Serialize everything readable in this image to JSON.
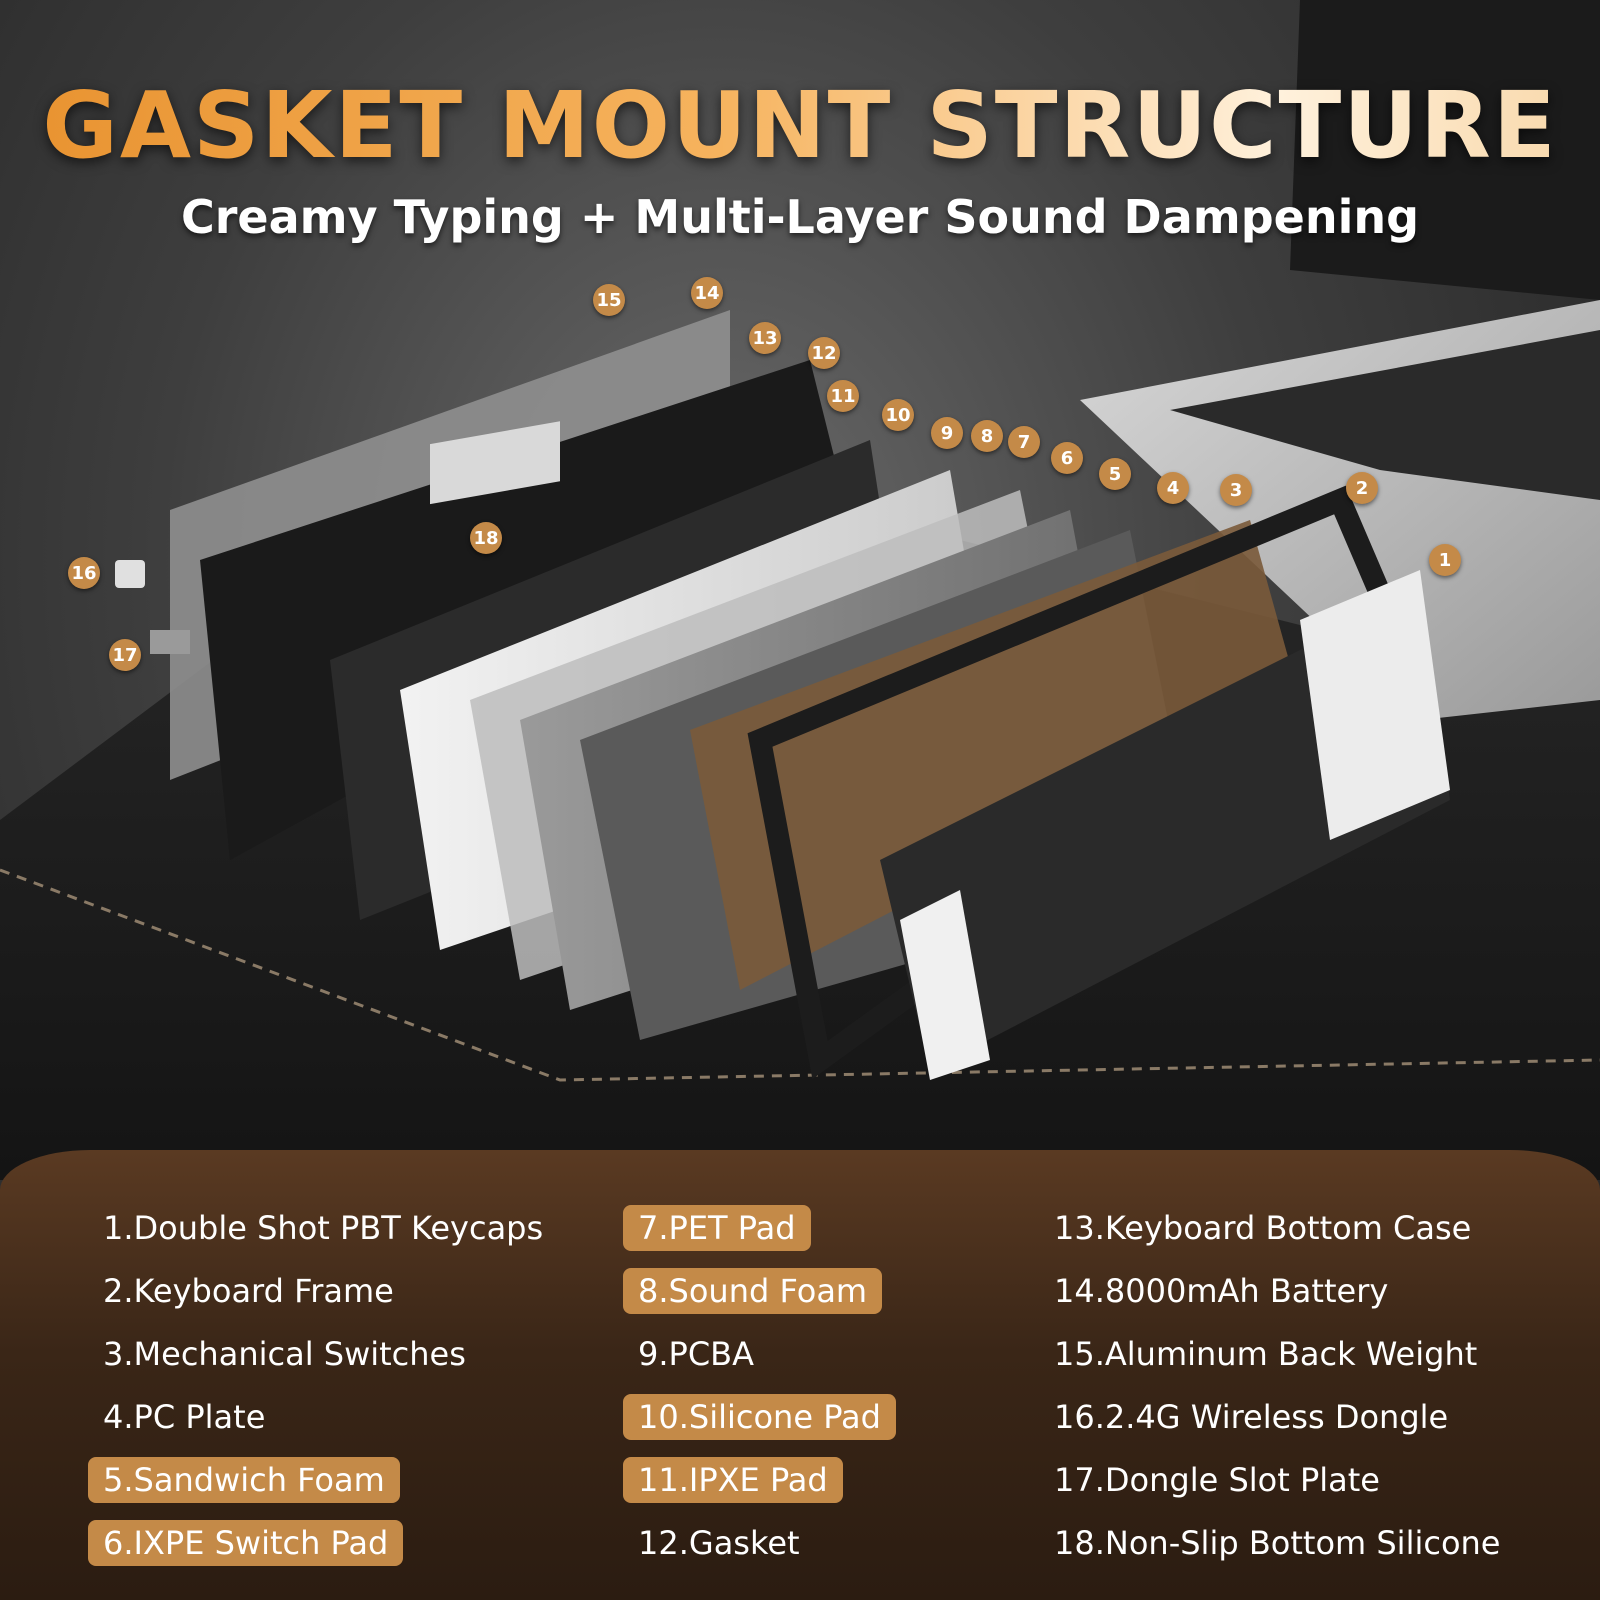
{
  "headline": "GASKET MOUNT STRUCTURE",
  "subheadline": "Creamy Typing + Multi-Layer Sound Dampening",
  "colors": {
    "accent": "#c48a48",
    "panel": "#3a2617",
    "headline_start": "#e8922f",
    "headline_end": "#fff1dc"
  },
  "callouts": [
    "1",
    "2",
    "3",
    "4",
    "5",
    "6",
    "7",
    "8",
    "9",
    "10",
    "11",
    "12",
    "13",
    "14",
    "15",
    "16",
    "17",
    "18"
  ],
  "legend": {
    "col1": [
      {
        "text": "1.Double Shot PBT Keycaps",
        "highlight": false
      },
      {
        "text": "2.Keyboard Frame",
        "highlight": false
      },
      {
        "text": "3.Mechanical Switches",
        "highlight": false
      },
      {
        "text": "4.PC Plate",
        "highlight": false
      },
      {
        "text": "5.Sandwich Foam",
        "highlight": true
      },
      {
        "text": "6.IXPE Switch Pad",
        "highlight": true
      }
    ],
    "col2": [
      {
        "text": "7.PET Pad",
        "highlight": true
      },
      {
        "text": "8.Sound Foam",
        "highlight": true
      },
      {
        "text": "9.PCBA",
        "highlight": false
      },
      {
        "text": "10.Silicone Pad",
        "highlight": true
      },
      {
        "text": "11.IPXE Pad",
        "highlight": true
      },
      {
        "text": "12.Gasket",
        "highlight": false
      }
    ],
    "col3": [
      {
        "text": "13.Keyboard Bottom Case",
        "highlight": false
      },
      {
        "text": "14.8000mAh Battery",
        "highlight": false
      },
      {
        "text": "15.Aluminum Back Weight",
        "highlight": false
      },
      {
        "text": "16.2.4G Wireless Dongle",
        "highlight": false
      },
      {
        "text": "17.Dongle Slot Plate",
        "highlight": false
      },
      {
        "text": "18.Non-Slip Bottom Silicone",
        "highlight": false
      }
    ]
  }
}
